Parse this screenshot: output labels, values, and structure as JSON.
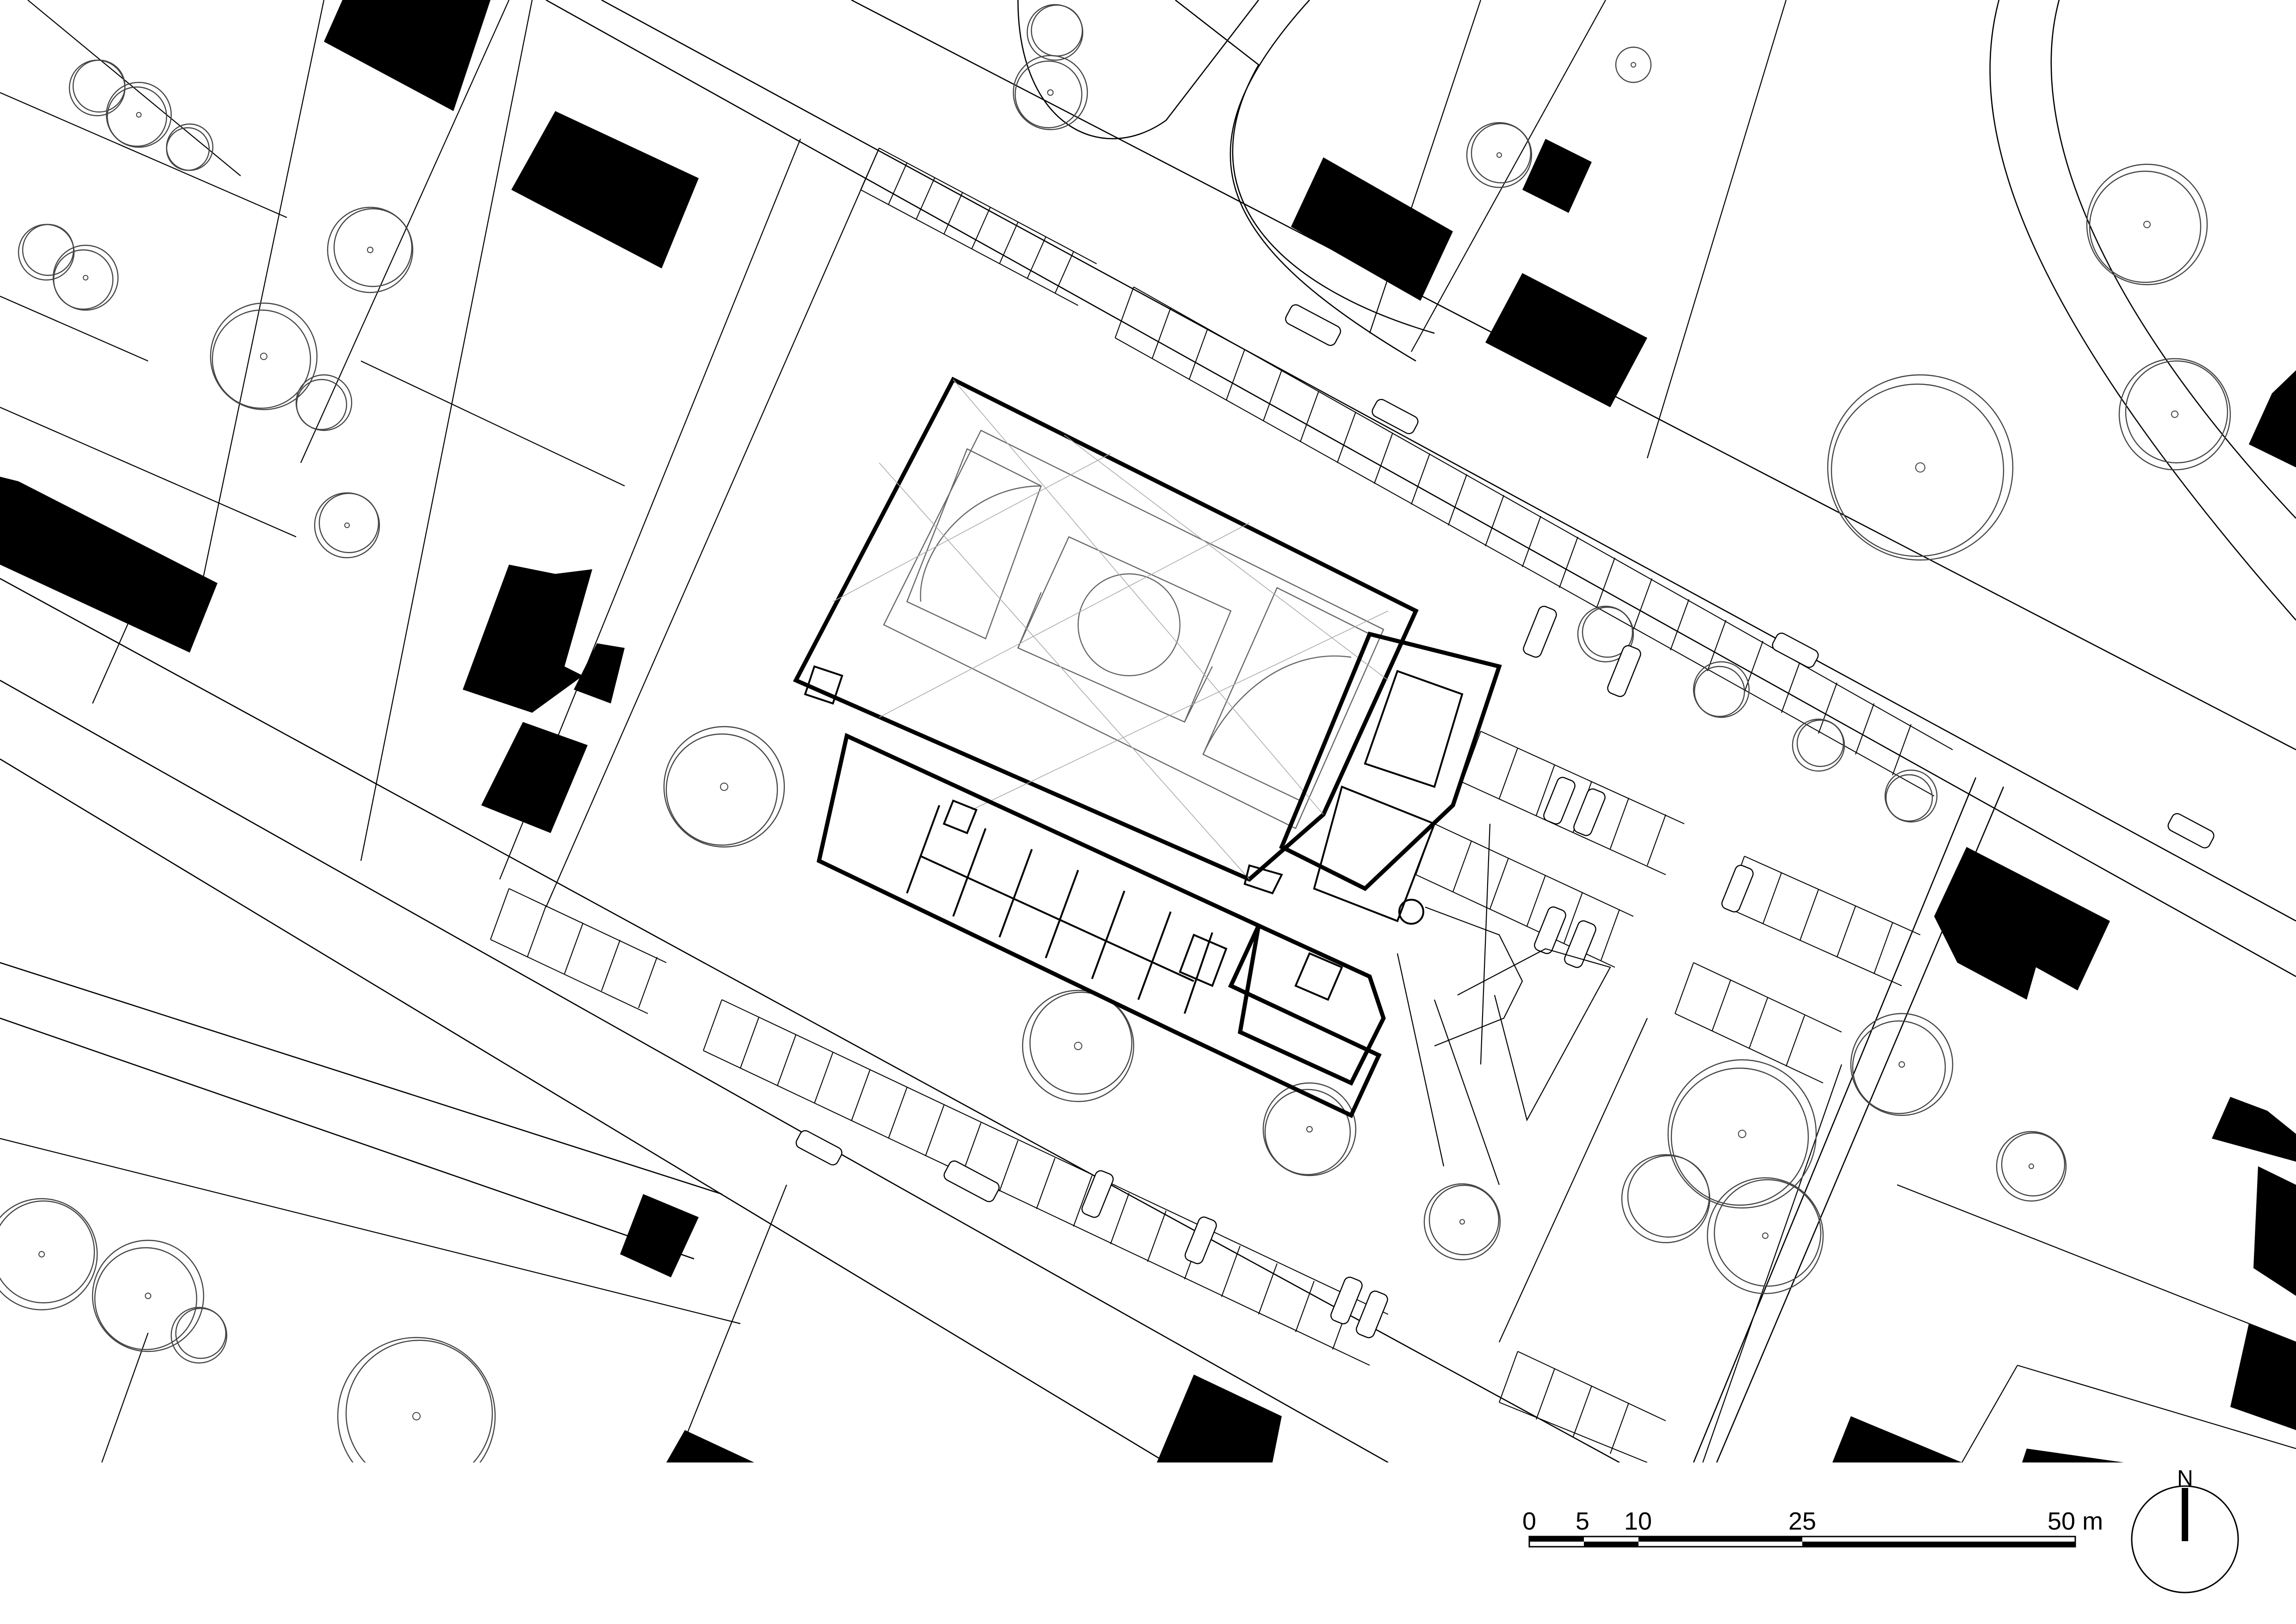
{
  "scale_bar": {
    "labels": [
      "0",
      "5",
      "10",
      "25",
      "50 m"
    ]
  },
  "north_arrow": {
    "label": "N",
    "icon": "north-arrow-icon"
  }
}
